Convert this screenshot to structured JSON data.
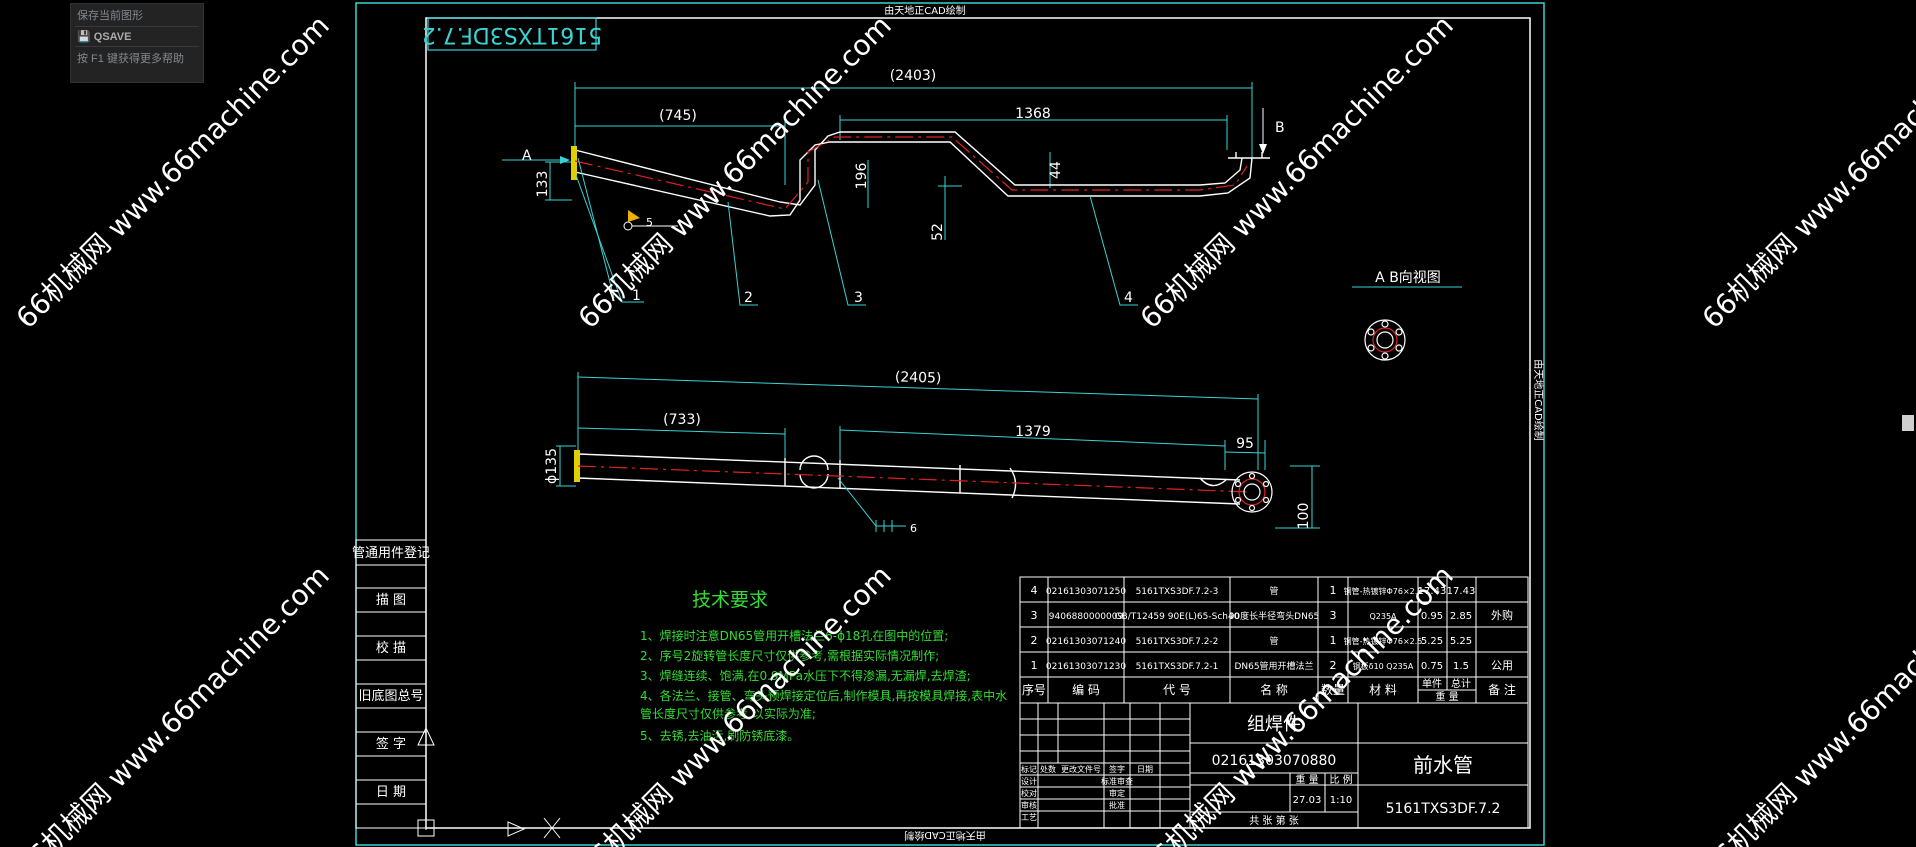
{
  "tooltip": {
    "line1": "保存当前图形",
    "command": "QSAVE",
    "help": "按 F1 键获得更多帮助"
  },
  "watermark": {
    "text": "66机械网 www.66machine.com"
  },
  "drawing": {
    "stamp_top": "由天地正CAD绘制",
    "stamp_side": "由天地正CAD绘制",
    "stamp_bottom": "由天地正CAD绘制",
    "title_box": "5161TXS3DF.7.2",
    "view_labels": {
      "a": "A",
      "b": "B",
      "ab_view": "A  B向视图"
    },
    "top_dims": {
      "overall": "(2403)",
      "left": "(745)",
      "mid": "1368",
      "h133": "133",
      "h196": "196",
      "h52": "52",
      "h44": "44",
      "weld": "5"
    },
    "callouts": [
      "1",
      "2",
      "3",
      "4"
    ],
    "bottom_dims": {
      "overall": "(2405)",
      "left": "(733)",
      "mid": "1379",
      "right": "95",
      "dia": "ϕ135",
      "h100": "100",
      "weld": "6"
    },
    "left_strip": [
      "管通用件登记",
      "描  图",
      "校  描",
      "旧底图总号",
      "签  字",
      "日  期"
    ],
    "tech_title": "技术要求",
    "tech_lines": [
      "1、焊接时注意DN65管用开槽法兰6-ϕ18孔在图中的位置;",
      "2、序号2旋转管长度尺寸仅供参考,需根据实际情况制作;",
      "3、焊缝连续、饱满,在0.9MPa水压下不得渗漏,无漏焊,去焊渣;",
      "4、各法兰、接管、弯头预焊接定位后,制作模具,再按模具焊接,表中水",
      "   管长度尺寸仅供参考,以实际为准;",
      "5、去锈,去油污,刷防锈底漆。"
    ],
    "bom_rows": [
      [
        "4",
        "02161303071250",
        "5161TXS3DF.7.2-3",
        "管",
        "1",
        "钢管-热镀锌Φ76×2.5",
        "17.43",
        "17.43",
        ""
      ],
      [
        "3",
        "9406880000009",
        "GB/T12459  90E(L)65-Sch40",
        "90度长半径弯头DN65",
        "3",
        "Q235A",
        "0.95",
        "2.85",
        "外购"
      ],
      [
        "2",
        "02161303071240",
        "5161TXS3DF.7.2-2",
        "管",
        "1",
        "钢管-热镀锌Φ76×2.5",
        "5.25",
        "5.25",
        ""
      ],
      [
        "1",
        "02161303071230",
        "5161TXS3DF.7.2-1",
        "DN65管用开槽法兰",
        "2",
        "钢板δ10 Q235A",
        "0.75",
        "1.5",
        "公用"
      ]
    ],
    "bom_header": [
      "序号",
      "编  码",
      "代  号",
      "名  称",
      "数量",
      "材  料",
      "单件",
      "总计",
      "备  注"
    ],
    "bom_weight": "重  量",
    "tb_name": "组焊件",
    "tb_code": "02161303070880",
    "tb_part": "前水管",
    "tb_drawing_no": "5161TXS3DF.7.2",
    "tb_weight_label": "重  量",
    "tb_scale_label": "比  例",
    "tb_weight": "27.03",
    "tb_scale": "1:10",
    "tb_sheet": "共    张     第    张",
    "tb_roles": [
      "标记",
      "处数",
      "更改文件号",
      "签字",
      "日期",
      "设计",
      "校对",
      "审核",
      "工艺",
      "标准审查",
      "批准",
      "审定"
    ]
  }
}
